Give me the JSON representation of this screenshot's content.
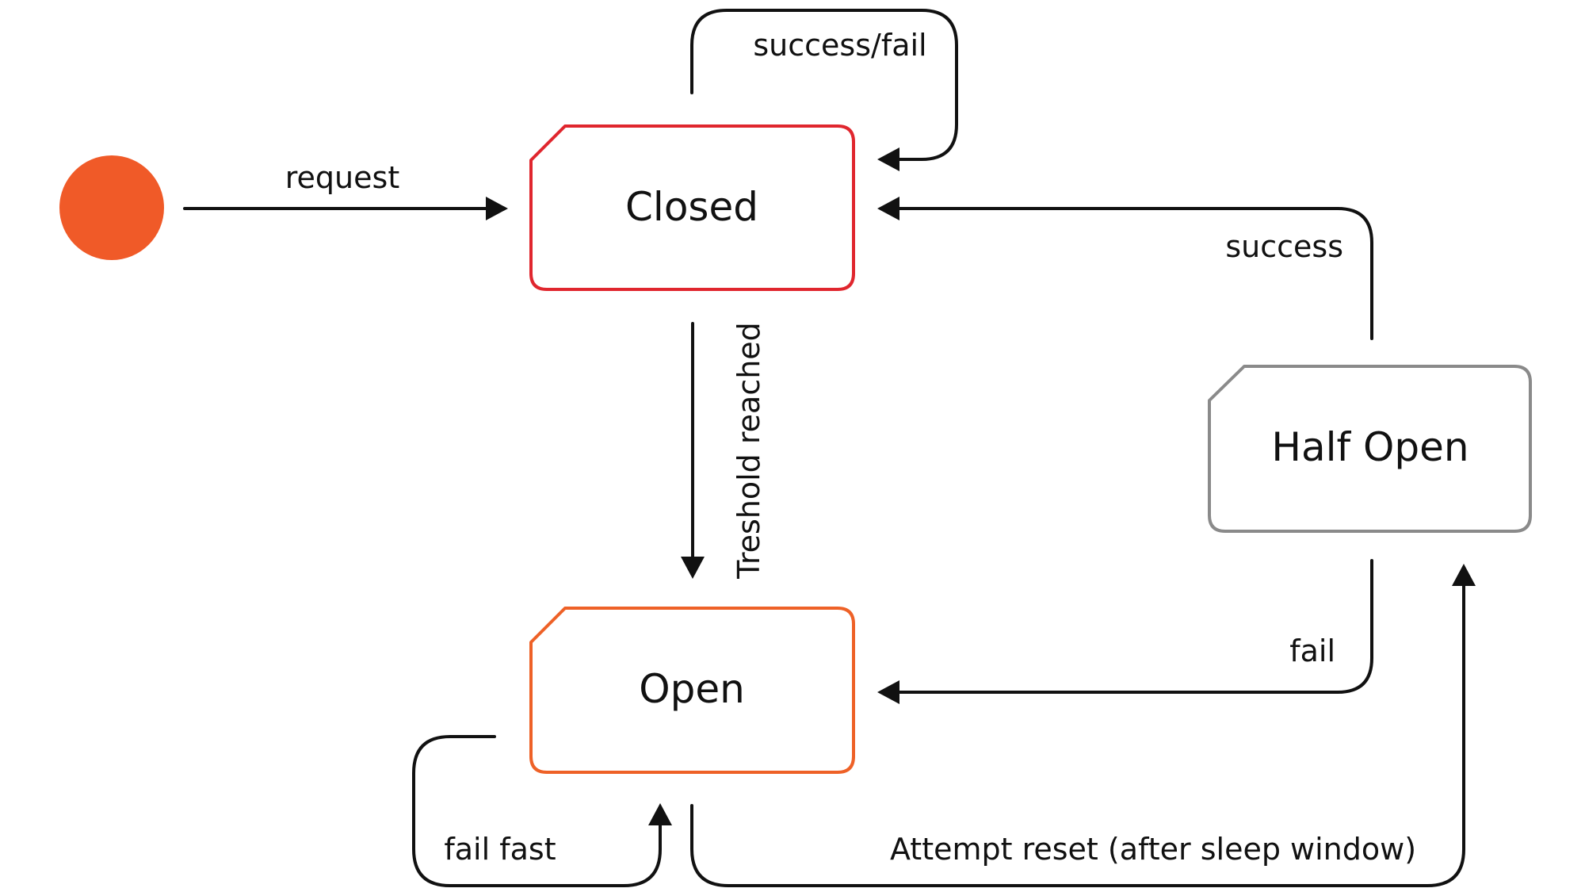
{
  "states": {
    "closed": {
      "label": "Closed",
      "color": "#e0262e"
    },
    "open": {
      "label": "Open",
      "color": "#ee6127"
    },
    "half_open": {
      "label": "Half Open",
      "color": "#8a8a8a"
    }
  },
  "initial": {
    "color": "#f05a28"
  },
  "edges": {
    "request": "request",
    "success_fail": "success/fail",
    "threshold": "Treshold reached",
    "success": "success",
    "fail": "fail",
    "fail_fast": "fail fast",
    "attempt_reset": "Attempt reset (after sleep window)"
  }
}
